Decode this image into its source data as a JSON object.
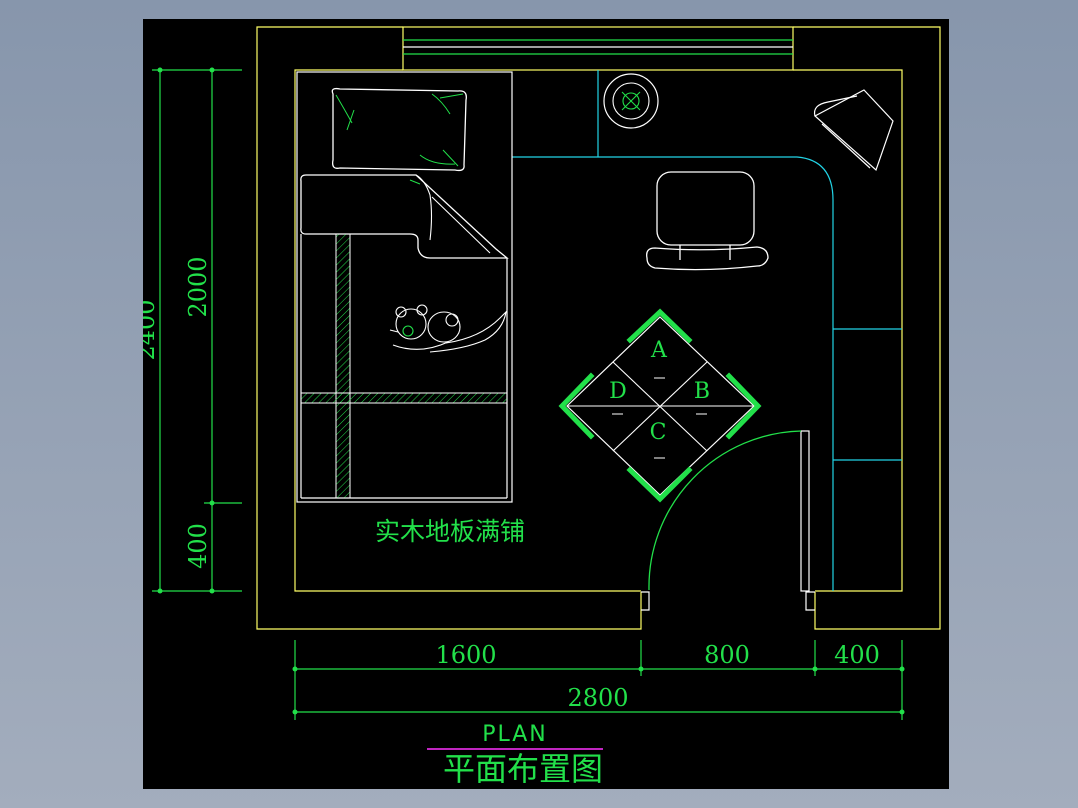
{
  "drawing": {
    "floor_note": "实木地板满铺",
    "plan_en": "PLAN",
    "plan_cn": "平面布置图"
  },
  "dimensions": {
    "bottom_segments": [
      "1600",
      "800",
      "400"
    ],
    "bottom_total": "2800",
    "left_segments": [
      "2000",
      "400"
    ],
    "left_total": "2400"
  },
  "elevation_marker": {
    "labels": [
      "A",
      "B",
      "C",
      "D"
    ]
  },
  "colors": {
    "background": "#000000",
    "walls": "#ffff66",
    "furniture": "#ffffff",
    "cabinet": "#22d4e6",
    "dimension": "#22e04a",
    "accent_line": "#ff33ff"
  }
}
